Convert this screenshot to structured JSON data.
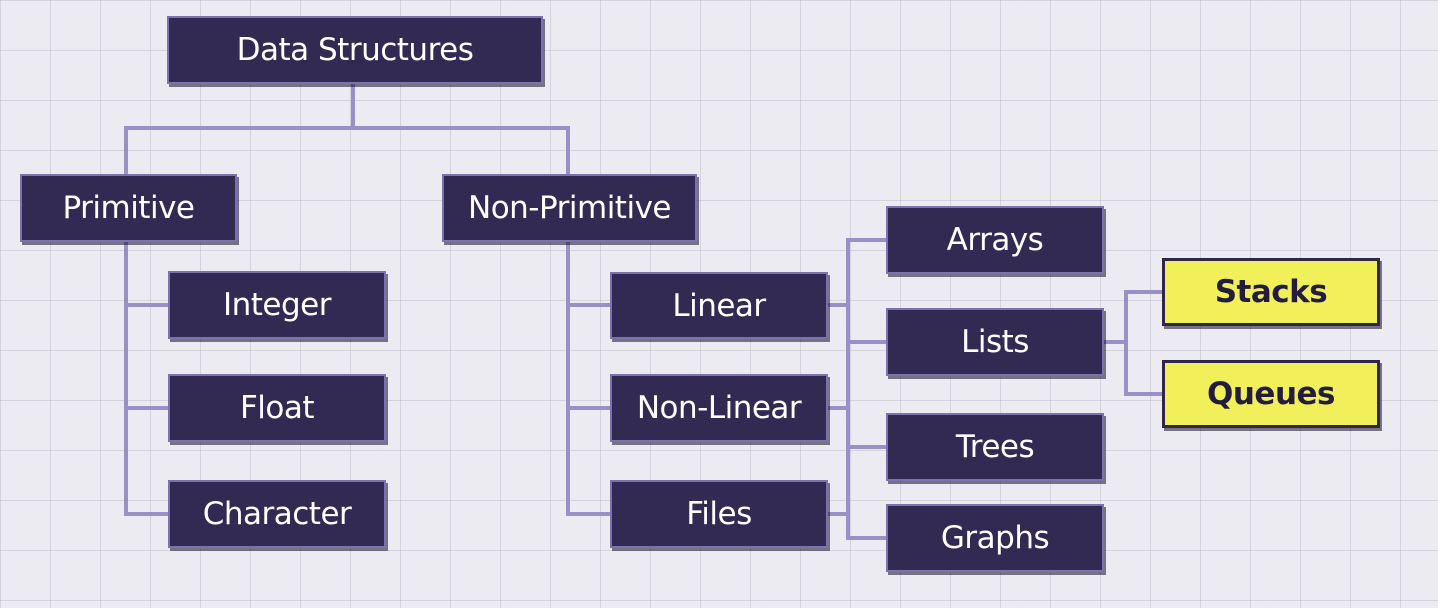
{
  "diagram": {
    "root": "Data Structures",
    "primitive": {
      "label": "Primitive",
      "children": [
        "Integer",
        "Float",
        "Character"
      ]
    },
    "non_primitive": {
      "label": "Non-Primitive",
      "children": [
        "Linear",
        "Non-Linear",
        "Files"
      ],
      "leaves": [
        "Arrays",
        "Lists",
        "Trees",
        "Graphs"
      ],
      "list_types": [
        "Stacks",
        "Queues"
      ]
    },
    "colors": {
      "node_fill": "#332a53",
      "node_text": "#ffffff",
      "connector": "#9a8fc6",
      "highlight_fill": "#f1ef5a",
      "highlight_text": "#231d3b",
      "background": "#ecebf1"
    }
  }
}
